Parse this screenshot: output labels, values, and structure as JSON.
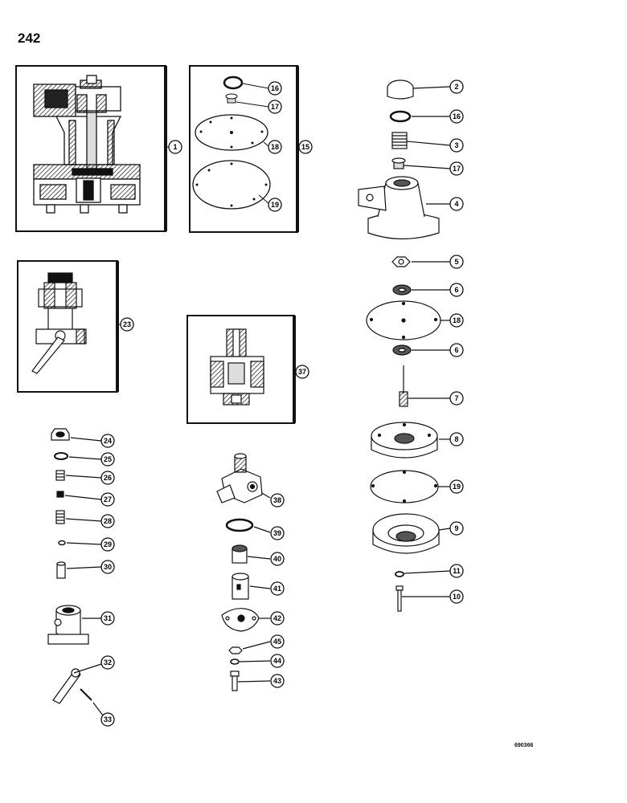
{
  "page": {
    "number": "242",
    "code": "690366"
  },
  "callouts": {
    "c1": "1",
    "c2": "2",
    "c3": "3",
    "c4": "4",
    "c5": "5",
    "c6a": "6",
    "c6b": "6",
    "c7": "7",
    "c8": "8",
    "c9": "9",
    "c10": "10",
    "c11": "11",
    "c15": "15",
    "c16a": "16",
    "c16b": "16",
    "c17a": "17",
    "c17b": "17",
    "c18a": "18",
    "c18b": "18",
    "c19a": "19",
    "c19b": "19",
    "c23": "23",
    "c24": "24",
    "c25": "25",
    "c26": "26",
    "c27": "27",
    "c28": "28",
    "c29": "29",
    "c30": "30",
    "c31": "31",
    "c32": "32",
    "c33": "33",
    "c37": "37",
    "c38": "38",
    "c39": "39",
    "c40": "40",
    "c41": "41",
    "c42": "42",
    "c43": "43",
    "c44": "44",
    "c45": "45"
  },
  "colors": {
    "ink": "#111111",
    "paper": "#ffffff",
    "shade": "#555555"
  }
}
